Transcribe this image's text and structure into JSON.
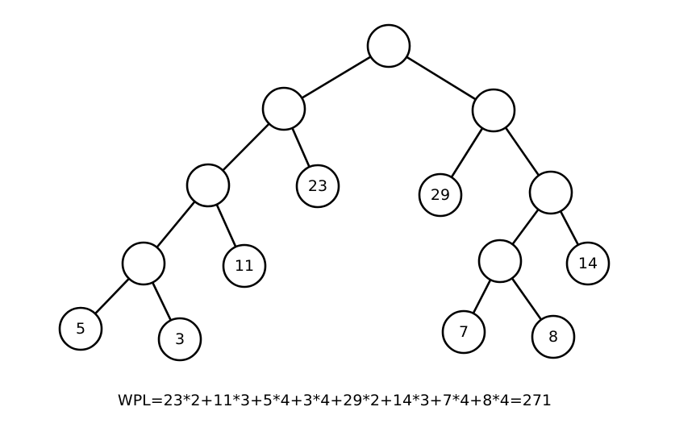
{
  "tree": {
    "nodes": [
      {
        "id": "root",
        "label": ""
      },
      {
        "id": "l",
        "label": ""
      },
      {
        "id": "r",
        "label": ""
      },
      {
        "id": "ll",
        "label": ""
      },
      {
        "id": "n23",
        "label": "23"
      },
      {
        "id": "n29",
        "label": "29"
      },
      {
        "id": "rr",
        "label": ""
      },
      {
        "id": "lll",
        "label": ""
      },
      {
        "id": "n11",
        "label": "11"
      },
      {
        "id": "rrl",
        "label": ""
      },
      {
        "id": "n14",
        "label": "14"
      },
      {
        "id": "n5",
        "label": "5"
      },
      {
        "id": "n3",
        "label": "3"
      },
      {
        "id": "n7",
        "label": "7"
      },
      {
        "id": "n8",
        "label": "8"
      }
    ],
    "edges": [
      [
        "root",
        "l"
      ],
      [
        "root",
        "r"
      ],
      [
        "l",
        "ll"
      ],
      [
        "l",
        "n23"
      ],
      [
        "r",
        "n29"
      ],
      [
        "r",
        "rr"
      ],
      [
        "ll",
        "lll"
      ],
      [
        "ll",
        "n11"
      ],
      [
        "rr",
        "rrl"
      ],
      [
        "rr",
        "n14"
      ],
      [
        "lll",
        "n5"
      ],
      [
        "lll",
        "n3"
      ],
      [
        "rrl",
        "n7"
      ],
      [
        "rrl",
        "n8"
      ]
    ]
  },
  "formula": "WPL=23*2+11*3+5*4+3*4+29*2+14*3+7*4+8*4=271"
}
